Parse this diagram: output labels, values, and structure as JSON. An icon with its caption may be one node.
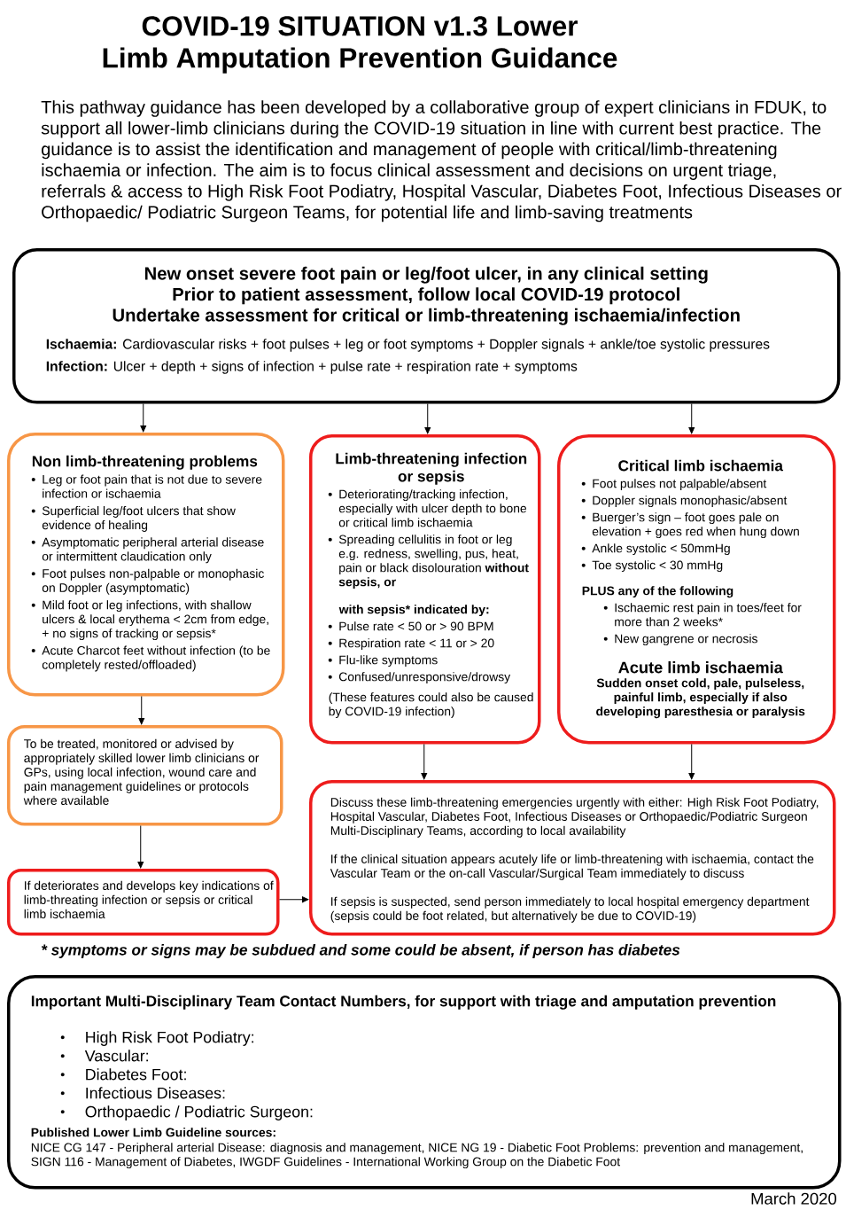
{
  "diagram": {
    "title": "COVID-19 SITUATION v1.3 Lower Limb Amputation Prevention Guidance",
    "nodes": [
      {
        "text": [
          "New onset severe foot pain or leg/foot ulcer, in any clinical setting",
          "Prior to patient assessment, follow local COVID-19 protocol",
          "Undertake assessment for critical or limb-threatening ischaemia/infection",
          "**Ischaemia:** Cardiovascular risks + foot pulses + leg or foot symptoms + Doppler signals + ankle/toe systolic pressures",
          "**Infection:** Ulcer + depth + signs of infection + pulse rate + respiration rate + symptoms"
        ]
      },
      {
        "text": [
          "Non limb-threatening problems",
          "Leg or foot pain that is not due to severe infection or ischaemia",
          "Superficial leg/foot ulcers that show evidence of healing",
          "Asymptomatic peripheral arterial disease or intermittent claudication only",
          "Foot pulses non-palpable or monophasic on Doppler (asymptomatic)",
          "Mild foot or leg infections, with shallow ulcers & local erythema < 2cm from edge, + no signs of tracking or sepsis*",
          "Acute Charcot feet without infection (to be completely rested/offloaded)"
        ]
      },
      {
        "text": [
          "Limb-threatening infection or sepsis",
          "Deteriorating/tracking infection, especially with ulcer depth to bone or critical limb ischaemia",
          "Spreading cellulitis in foot or leg e.g. redness, swelling, pus, heat, pain or black disolouration **without sepsis, or**",
          "with sepsis* indicated by:",
          "Pulse rate < 50 or > 90 BPM",
          "Respiration rate < 11 or > 20",
          "Flu-like symptoms",
          "Confused/unresponsive/drowsy",
          "(These features could also be caused by COVID-19 infection)"
        ]
      },
      {
        "text": [
          "Critical limb ischaemia",
          "Foot pulses not palpable/absent",
          "Doppler signals monophasic/absent",
          "Buerger’s sign – foot goes pale on elevation + goes red when hung down",
          "Ankle systolic < 50mmHg",
          "Toe systolic < 30 mmHg",
          "PLUS any of the following",
          "Ischaemic rest pain in toes/feet for more than 2 weeks*",
          "New gangrene or necrosis",
          "Acute limb ischaemia",
          "Sudden onset cold, pale, pulseless, painful limb, especially if also developing paresthesia or paralysis"
        ]
      },
      {
        "text": [
          "To be treated, monitored or advised by appropriately skilled lower limb clinicians or GPs, using local infection, wound care and pain management guidelines or protocols where available"
        ]
      },
      {
        "text": [
          "If deteriorates and develops key indications of limb-threating infection or sepsis or critical limb ischaemia"
        ]
      },
      {
        "text": [
          "Discuss these limb-threatening emergencies urgently with either: High Risk Foot Podiatry, Hospital Vascular, Diabetes Foot, Infectious Diseases or Orthopaedic/Podiatric Surgeon Multi-Disciplinary Teams, according to local availability",
          "If the clinical situation appears acutely life or limb-threatening with ischaemia, contact the Vascular Team or the on-call Vascular/Surgical Team immediately to discuss",
          "If sepsis is suspected, send person immediately to local hospital emergency department (sepsis could be foot related, but alternatively be due to COVID-19)"
        ]
      },
      {
        "text": [
          "Important Multi-Disciplinary Team Contact Numbers, for support with triage and amputation prevention",
          "High Risk Foot Podiatry:",
          "Vascular:",
          "Diabetes Foot:",
          "Infectious Diseases:",
          "Orthopaedic / Podiatric Surgeon:",
          "Published Lower Limb Guideline sources:",
          "NICE CG 147 - Peripheral arterial Disease: diagnosis and management, NICE NG 19 - Diabetic Foot Problems: prevention and management, SIGN 116 - Management of Diabetes, IWGDF Guidelines - International Working Group on the Diabetic Foot"
        ]
      }
    ],
    "edges": [
      {
        "from": 0,
        "to": 1,
        "arrow": "to"
      },
      {
        "from": 0,
        "to": 2,
        "arrow": "to"
      },
      {
        "from": 0,
        "to": 3,
        "arrow": "to"
      },
      {
        "from": 1,
        "to": 4,
        "arrow": "to"
      },
      {
        "from": 4,
        "to": 5,
        "arrow": "to"
      },
      {
        "from": 5,
        "to": 6,
        "arrow": "to"
      },
      {
        "from": 2,
        "to": 6,
        "arrow": "to"
      },
      {
        "from": 3,
        "to": 6,
        "arrow": "to"
      }
    ],
    "labels": [
      "This pathway guidance has been developed by a collaborative group of expert clinicians in FDUK, to support all lower-limb clinicians during the COVID-19 situation in line with current best practice. The guidance is to assist the identification and management of people with critical/limb-threatening ischaemia or infection. The aim is to focus clinical assessment and decisions on urgent triage, referrals & access to High Risk Foot Podiatry, Hospital Vascular, Diabetes Foot, Infectious Diseases or Orthopaedic/ Podiatric Surgeon Teams, for potential life and limb-saving treatments",
      "* symptoms or signs may be subdued and some could be absent, if person has diabetes",
      "March 2020"
    ]
  }
}
